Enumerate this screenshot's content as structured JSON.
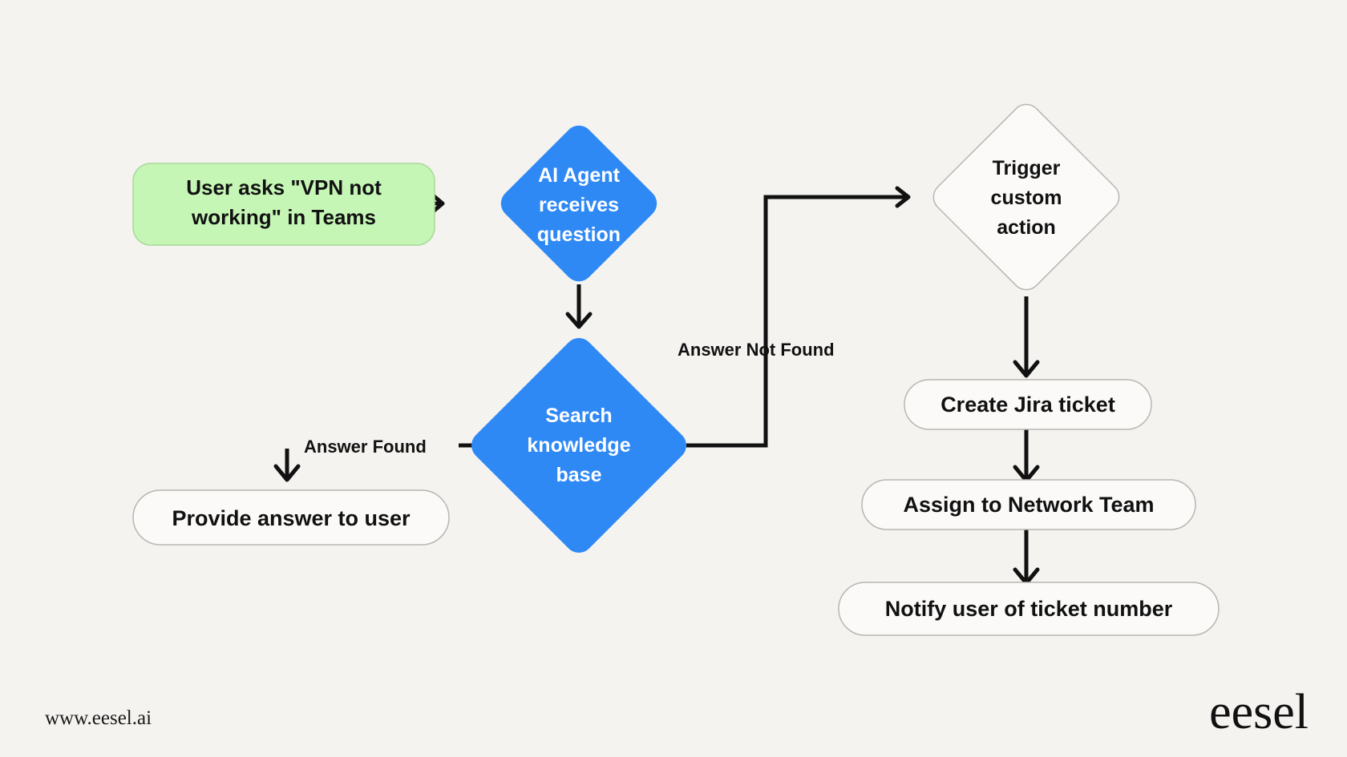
{
  "diagram": {
    "title": "AI Agent IT support escalation flow",
    "background_color": "#f4f3f0",
    "accent_blue": "#2f89f5",
    "accent_green": "#c6f6b6",
    "line_color": "#111111",
    "nodes": {
      "user_question": {
        "shape": "rounded-rect",
        "fill": "#c6f6b6",
        "line1": "User asks \"VPN not",
        "line2": "working\" in Teams"
      },
      "ai_agent": {
        "shape": "diamond",
        "fill": "#2f89f5",
        "line1": "AI Agent",
        "line2": "receives",
        "line3": "question"
      },
      "search_kb": {
        "shape": "diamond",
        "fill": "#2f89f5",
        "line1": "Search",
        "line2": "knowledge",
        "line3": "base"
      },
      "trigger_action": {
        "shape": "diamond",
        "fill": "#fbfaf9",
        "line1": "Trigger",
        "line2": "custom",
        "line3": "action"
      },
      "provide_answer": {
        "shape": "rounded-rect",
        "fill": "#fbfaf9",
        "label": "Provide answer to user"
      },
      "create_jira": {
        "shape": "rounded-rect",
        "fill": "#fbfaf9",
        "label": "Create Jira ticket"
      },
      "assign_team": {
        "shape": "rounded-rect",
        "fill": "#fbfaf9",
        "label": "Assign to Network Team"
      },
      "notify_user": {
        "shape": "rounded-rect",
        "fill": "#fbfaf9",
        "label": "Notify user of ticket number"
      }
    },
    "edge_labels": {
      "answer_found": "Answer Found",
      "answer_not_found": "Answer Not Found"
    }
  },
  "footer": {
    "url": "www.eesel.ai",
    "brand": "eesel"
  }
}
